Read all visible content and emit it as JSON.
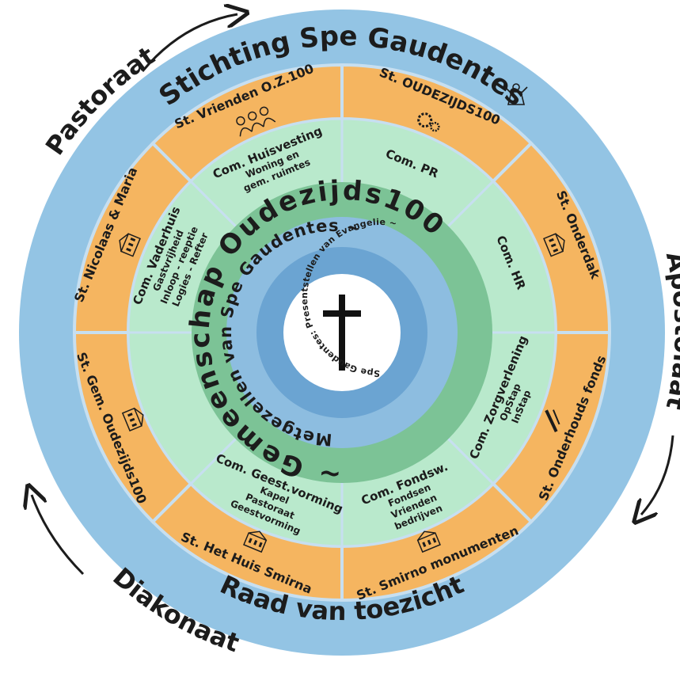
{
  "colors": {
    "outer_ring": "#93c4e4",
    "org_segment": "#f5b560",
    "commission_ring": "#b9e9cc",
    "community_ring": "#7cc396",
    "member_ring": "#8dbde0",
    "inner_ring": "#6ba4d2",
    "core": "#ffffff",
    "divider": "#c7dff0",
    "text": "#1c1c1c"
  },
  "outer_labels": {
    "top": "Stichting Spe Gaudentes",
    "bottom": "Raad van toezicht"
  },
  "side_labels": {
    "top_left": "Pastoraat",
    "right": "Apostolaat",
    "bottom_left": "Diakonaat"
  },
  "foundations": [
    {
      "label": "St. OUDEZIJDS100",
      "icon": "gears-icon"
    },
    {
      "label": "St. Onderdak",
      "icon": "building-icon"
    },
    {
      "label": "St. Onderhouds fonds",
      "icon": "tools-icon"
    },
    {
      "label": "St. Smirno monumenten",
      "icon": "building-icon"
    },
    {
      "label": "St. Het Huis Smirna",
      "icon": "building-icon"
    },
    {
      "label": "St. Gem. Oudezijds100",
      "icon": "building-icon"
    },
    {
      "label": "St. Nicolaas & Maria",
      "icon": "building-icon"
    },
    {
      "label": "St. Vrienden O.Z.100",
      "icon": "people-icon"
    }
  ],
  "angel_icon": "angel-icon",
  "commissions": [
    {
      "lines": [
        "Com. PR"
      ]
    },
    {
      "lines": [
        "Com. HR"
      ]
    },
    {
      "lines": [
        "Com. Zorgverlening",
        "OpStap",
        "InStap"
      ]
    },
    {
      "lines": [
        "Com. Fondsw.",
        "Fondsen",
        "Vrienden",
        "bedrijven"
      ]
    },
    {
      "lines": [
        "Com. Geest.vorming",
        "Kapel",
        "Pastoraat",
        "Geestvorming"
      ]
    },
    {
      "lines": []
    },
    {
      "lines": [
        "Com. Vaderhuis",
        "Gastvrijheid",
        "Inloop - reeptie",
        "Logies - Refter"
      ]
    },
    {
      "lines": [
        "Com. Huisvesting",
        "Woning en",
        "gem. ruimtes"
      ]
    }
  ],
  "community": "~ Gemeenschap Oudezijds100",
  "members": "Metgezellen van Spe Gaudentes ~",
  "inner": "Spe Gaudentes: Presentstellen van Evangelie ~",
  "core_icon": "cross-icon"
}
